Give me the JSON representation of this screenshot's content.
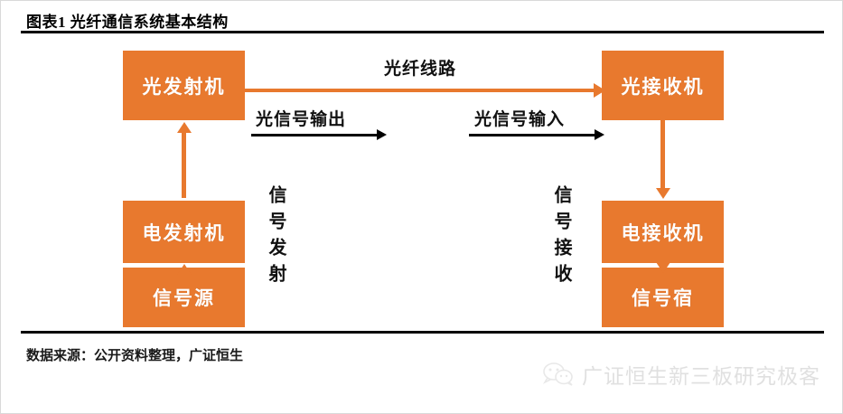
{
  "figure": {
    "title": "图表1 光纤通信系统基本结构",
    "source": "数据来源：公开资料整理，广证恒生"
  },
  "theme": {
    "accent_orange": "#E8792E",
    "rule_black": "#000000",
    "box_text": "#FFFFFF",
    "page_background": "#FFFFFF",
    "frame_border": "#D9D9D9"
  },
  "diagram": {
    "type": "block-flow",
    "transmit_side": {
      "vertical_label": "信号发射",
      "boxes": [
        {
          "id": "optical-transmitter",
          "label": "光发射机"
        },
        {
          "id": "electrical-transmitter",
          "label": "电发射机"
        },
        {
          "id": "signal-source",
          "label": "信号源"
        }
      ]
    },
    "receive_side": {
      "vertical_label": "信号接收",
      "boxes": [
        {
          "id": "optical-receiver",
          "label": "光接收机"
        },
        {
          "id": "electrical-receiver",
          "label": "电接收机"
        },
        {
          "id": "signal-sink",
          "label": "信号宿"
        }
      ]
    },
    "link_labels": {
      "fiber_line": "光纤线路",
      "optical_output": "光信号输出",
      "optical_input": "光信号输入"
    }
  },
  "watermark": {
    "text": "广证恒生新三板研究极客",
    "icon": "wechat-icon"
  }
}
